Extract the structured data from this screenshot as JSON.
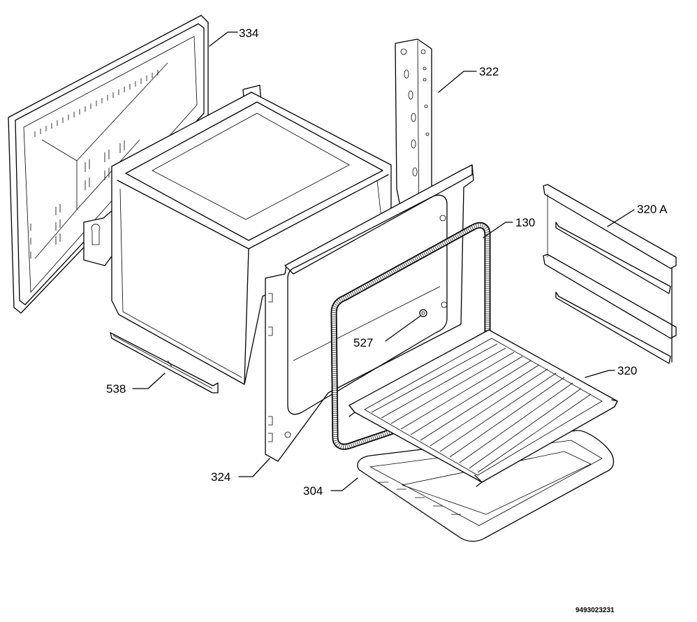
{
  "diagram": {
    "part_labels": {
      "p334": "334",
      "p322": "322",
      "p320a": "320 A",
      "p130": "130",
      "p527": "527",
      "p320": "320",
      "p538": "538",
      "p324": "324",
      "p304": "304"
    },
    "document_number": "9493023231"
  }
}
